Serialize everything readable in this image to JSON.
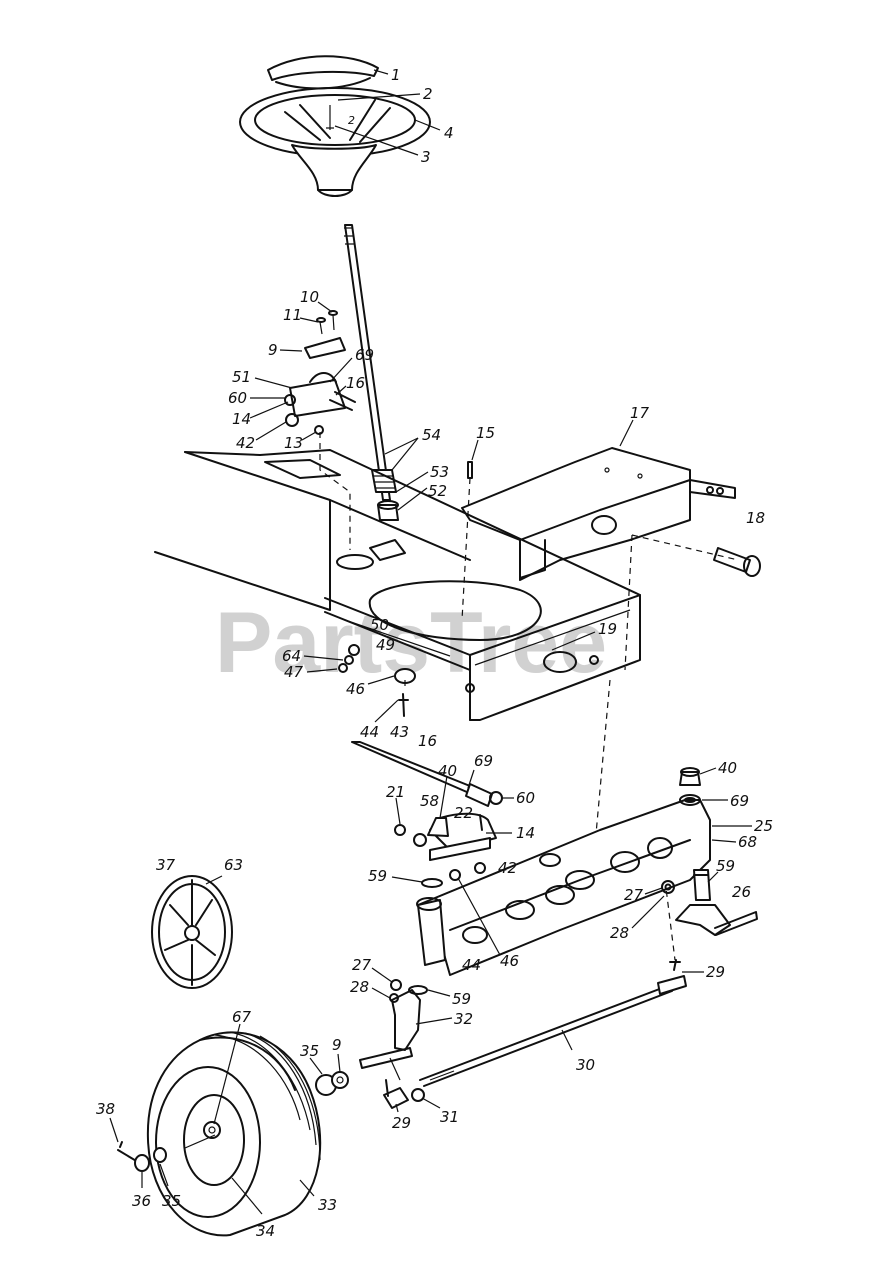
{
  "watermark": "PartsTree",
  "labels": [
    {
      "id": "1",
      "text": "1"
    },
    {
      "id": "2",
      "text": "2"
    },
    {
      "id": "2b",
      "text": "2"
    },
    {
      "id": "3",
      "text": "3"
    },
    {
      "id": "4",
      "text": "4"
    },
    {
      "id": "9a",
      "text": "9"
    },
    {
      "id": "10",
      "text": "10"
    },
    {
      "id": "11",
      "text": "11"
    },
    {
      "id": "13",
      "text": "13"
    },
    {
      "id": "14a",
      "text": "14"
    },
    {
      "id": "15",
      "text": "15"
    },
    {
      "id": "16a",
      "text": "16"
    },
    {
      "id": "17",
      "text": "17"
    },
    {
      "id": "18",
      "text": "18"
    },
    {
      "id": "19",
      "text": "19"
    },
    {
      "id": "42a",
      "text": "42"
    },
    {
      "id": "43",
      "text": "43"
    },
    {
      "id": "44a",
      "text": "44"
    },
    {
      "id": "46a",
      "text": "46"
    },
    {
      "id": "47",
      "text": "47"
    },
    {
      "id": "49",
      "text": "49"
    },
    {
      "id": "50",
      "text": "50"
    },
    {
      "id": "51",
      "text": "51"
    },
    {
      "id": "52",
      "text": "52"
    },
    {
      "id": "53",
      "text": "53"
    },
    {
      "id": "54",
      "text": "54"
    },
    {
      "id": "60a",
      "text": "60"
    },
    {
      "id": "64",
      "text": "64"
    },
    {
      "id": "69a",
      "text": "69"
    },
    {
      "id": "16b",
      "text": "16"
    },
    {
      "id": "40a",
      "text": "40"
    },
    {
      "id": "69b",
      "text": "69"
    },
    {
      "id": "60b",
      "text": "60"
    },
    {
      "id": "21",
      "text": "21"
    },
    {
      "id": "58",
      "text": "58"
    },
    {
      "id": "22",
      "text": "22"
    },
    {
      "id": "14b",
      "text": "14"
    },
    {
      "id": "42b",
      "text": "42"
    },
    {
      "id": "59a",
      "text": "59"
    },
    {
      "id": "44b",
      "text": "44"
    },
    {
      "id": "46b",
      "text": "46"
    },
    {
      "id": "40b",
      "text": "40"
    },
    {
      "id": "69c",
      "text": "69"
    },
    {
      "id": "25",
      "text": "25"
    },
    {
      "id": "68",
      "text": "68"
    },
    {
      "id": "59b",
      "text": "59"
    },
    {
      "id": "27a",
      "text": "27"
    },
    {
      "id": "26",
      "text": "26"
    },
    {
      "id": "28a",
      "text": "28"
    },
    {
      "id": "37",
      "text": "37"
    },
    {
      "id": "63",
      "text": "63"
    },
    {
      "id": "27b",
      "text": "27"
    },
    {
      "id": "28b",
      "text": "28"
    },
    {
      "id": "59c",
      "text": "59"
    },
    {
      "id": "32",
      "text": "32"
    },
    {
      "id": "29a",
      "text": "29"
    },
    {
      "id": "30",
      "text": "30"
    },
    {
      "id": "67",
      "text": "67"
    },
    {
      "id": "35a",
      "text": "35"
    },
    {
      "id": "9b",
      "text": "9"
    },
    {
      "id": "29b",
      "text": "29"
    },
    {
      "id": "31",
      "text": "31"
    },
    {
      "id": "38",
      "text": "38"
    },
    {
      "id": "36",
      "text": "36"
    },
    {
      "id": "35b",
      "text": "35"
    },
    {
      "id": "34",
      "text": "34"
    },
    {
      "id": "33",
      "text": "33"
    }
  ]
}
